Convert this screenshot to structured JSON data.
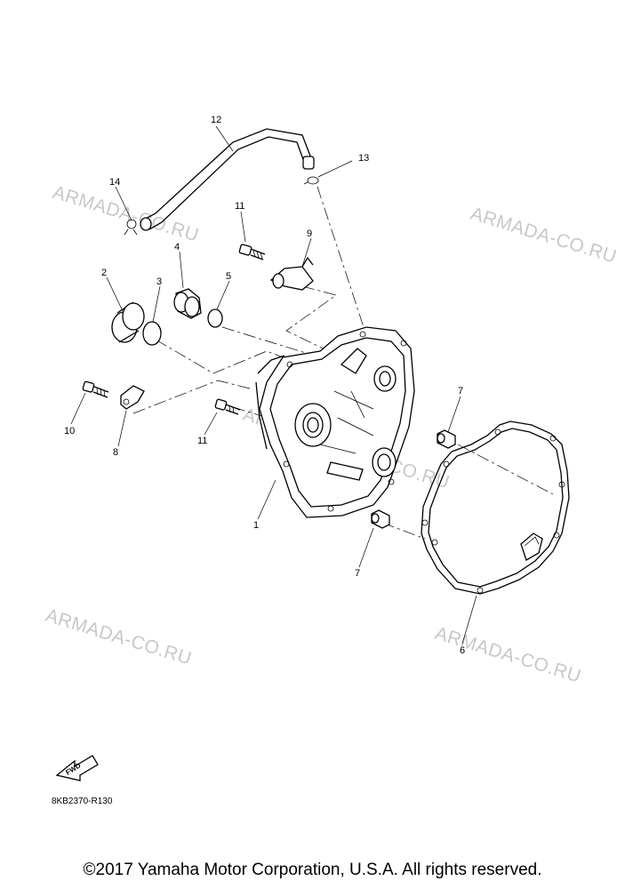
{
  "callouts": {
    "c1": "1",
    "c2": "2",
    "c3": "3",
    "c4": "4",
    "c5": "5",
    "c6": "6",
    "c7a": "7",
    "c7b": "7",
    "c8": "8",
    "c9": "9",
    "c10": "10",
    "c11a": "11",
    "c11b": "11",
    "c12": "12",
    "c13": "13",
    "c14": "14"
  },
  "watermark": {
    "w1": "ARMADA-CO.RU",
    "w2": "ARMADA-CO.RU",
    "w3": "ARMADA-CO.RU",
    "w4": "ARMADA-CO.RU",
    "w5": "ARMADA-CO.RU",
    "w6": "ARMADA-CO.RU"
  },
  "fwd_label": "FWD",
  "diagram_code": "8KB2370-R130",
  "copyright": "©2017 Yamaha Motor Corporation, U.S.A. All rights reserved."
}
